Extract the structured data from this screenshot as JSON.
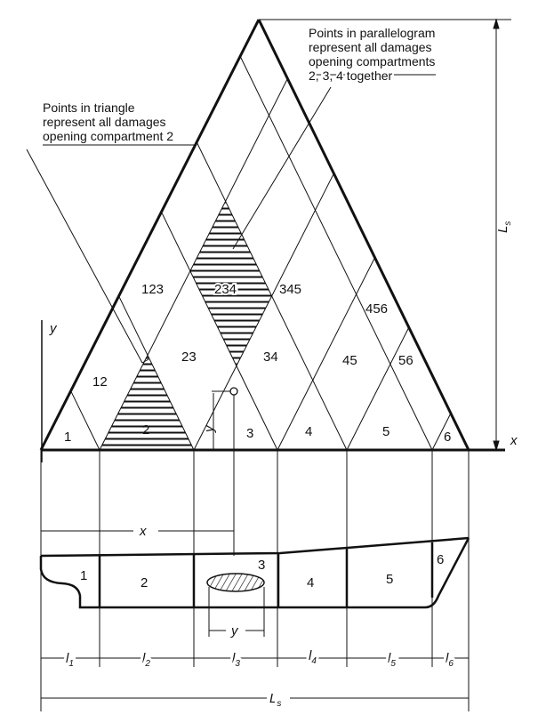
{
  "notes": {
    "parallelogram": [
      "Points in parallelogram",
      "represent all damages",
      "opening compartments",
      "2, 3, 4 together"
    ],
    "triangle": [
      "Points in triangle",
      "represent all damages",
      "opening compartment 2"
    ]
  },
  "region_labels": [
    "1",
    "2",
    "3",
    "4",
    "5",
    "6",
    "12",
    "23",
    "34",
    "45",
    "56",
    "123",
    "234",
    "345",
    "456"
  ],
  "axes": {
    "x": "x",
    "y": "y",
    "ls": "L",
    "ls_sub": "s",
    "point_y": "y"
  },
  "ship": {
    "compartments": [
      "1",
      "2",
      "3",
      "4",
      "5",
      "6"
    ],
    "dims": {
      "x": "x",
      "y": "y",
      "ls": "L",
      "ls_sub": "s"
    },
    "lengths": [
      {
        "l": "l",
        "sub": "1"
      },
      {
        "l": "l",
        "sub": "2"
      },
      {
        "l": "l",
        "sub": "3"
      },
      {
        "l": "l",
        "sub": "4"
      },
      {
        "l": "l",
        "sub": "5"
      },
      {
        "l": "l",
        "sub": "6"
      }
    ]
  },
  "colors": {
    "ink": "#111111",
    "background": "#ffffff"
  }
}
